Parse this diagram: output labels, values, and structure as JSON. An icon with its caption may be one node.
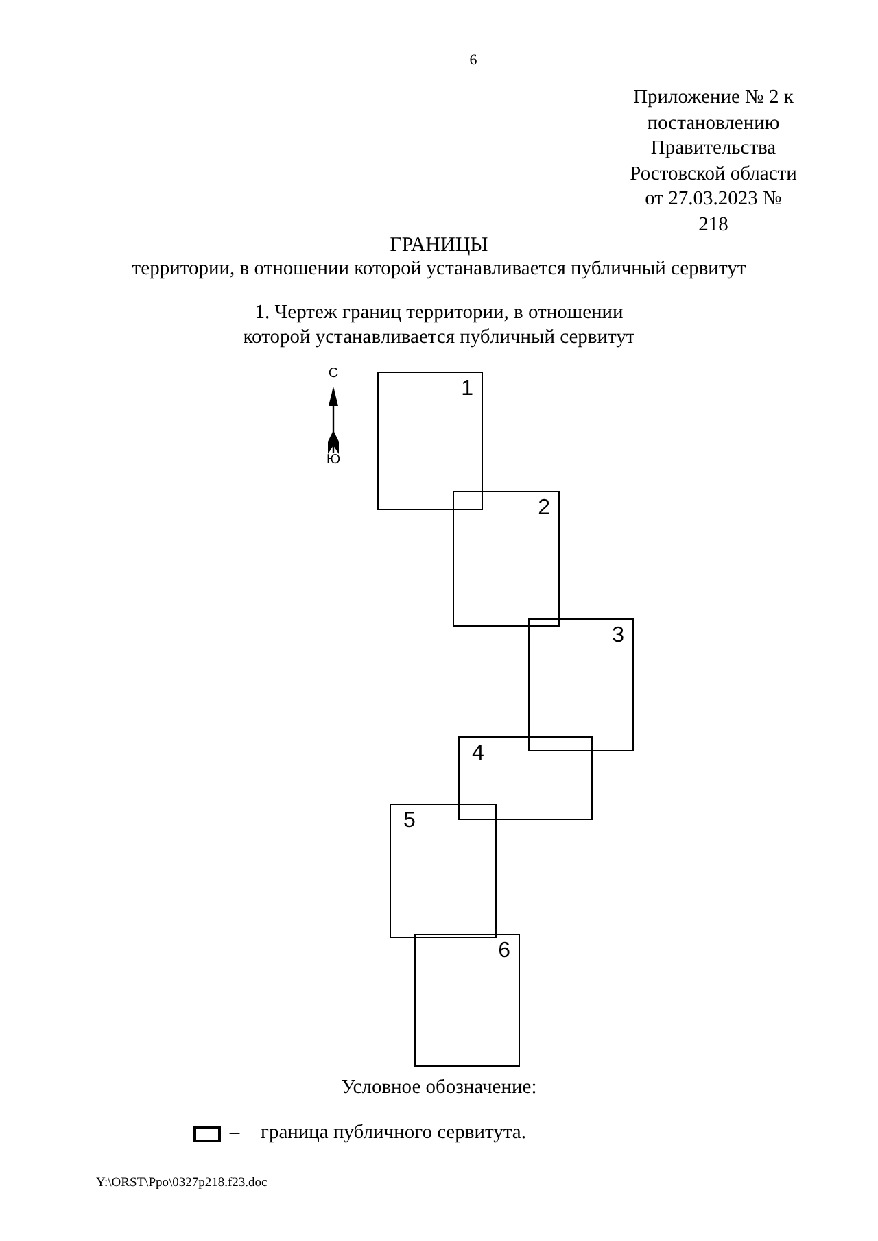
{
  "diagram": {
    "title": "ГРАНИЦЫ",
    "nodes": [
      {
        "text": [
          "1"
        ]
      },
      {
        "text": [
          "2"
        ]
      },
      {
        "text": [
          "3"
        ]
      },
      {
        "text": [
          "4"
        ]
      },
      {
        "text": [
          "5"
        ]
      },
      {
        "text": [
          "6"
        ]
      }
    ],
    "labels": [
      "6",
      "Приложение № 2 к постановлению Правительства Ростовской области от 27.03.2023 № 218",
      "территории, в отношении которой устанавливается публичный сервитут",
      "1. Чертеж границ территории, в отношении которой устанавливается публичный сервитут",
      "С",
      "Ю",
      "Условное обозначение:",
      "–",
      "Y:\\ORST\\Ppo\\0327p218.f23.doc"
    ],
    "legend": [
      {
        "text": "граница публичного сервитута."
      }
    ]
  }
}
